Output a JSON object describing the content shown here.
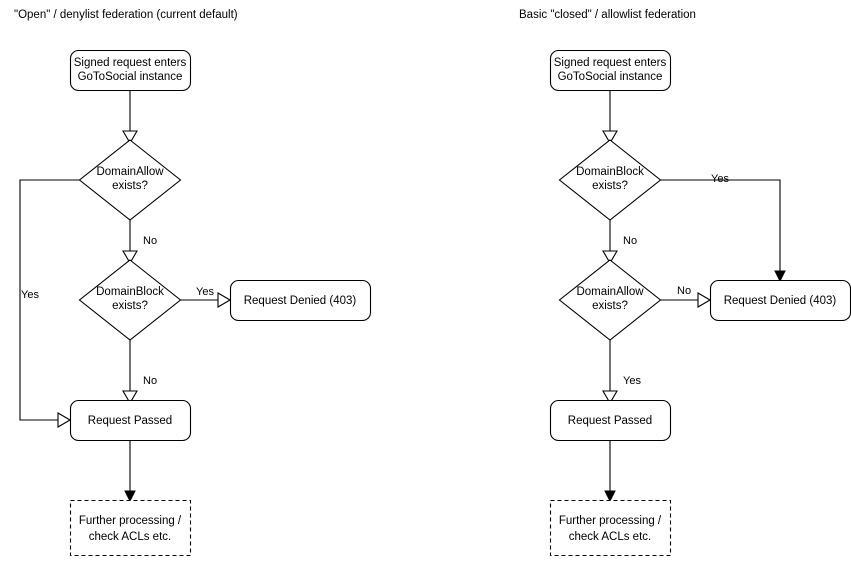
{
  "diagram": {
    "title_left": "\"Open\" / denylist federation (current default)",
    "title_right": "Basic \"closed\" / allowlist federation",
    "labels": {
      "entry_line1": "Signed request enters",
      "entry_line2": "GoToSocial instance",
      "domain_allow_line1": "DomainAllow",
      "domain_allow_line2": "exists?",
      "domain_block_line1": "DomainBlock",
      "domain_block_line2": "exists?",
      "request_denied": "Request Denied (403)",
      "request_passed": "Request Passed",
      "further_line1": "Further processing /",
      "further_line2": "check ACLs etc.",
      "yes": "Yes",
      "no": "No"
    },
    "colors": {
      "stroke": "#000000",
      "fill": "#ffffff",
      "text": "#000000"
    },
    "left_column": {
      "entry_node": "Signed request enters GoToSocial instance",
      "decision_1": "DomainAllow exists?",
      "decision_1_yes_label": "Yes",
      "decision_1_no_label": "No",
      "decision_2": "DomainBlock exists?",
      "decision_2_yes_label": "Yes",
      "decision_2_no_label": "No",
      "denied_node": "Request Denied (403)",
      "passed_node": "Request Passed",
      "further_node": "Further processing / check ACLs etc."
    },
    "right_column": {
      "entry_node": "Signed request enters GoToSocial instance",
      "decision_1": "DomainBlock exists?",
      "decision_1_yes_label": "Yes",
      "decision_1_no_label": "No",
      "decision_2": "DomainAllow exists?",
      "decision_2_no_label": "No",
      "decision_2_yes_label": "Yes",
      "denied_node": "Request Denied (403)",
      "passed_node": "Request Passed",
      "further_node": "Further processing / check ACLs etc."
    }
  }
}
